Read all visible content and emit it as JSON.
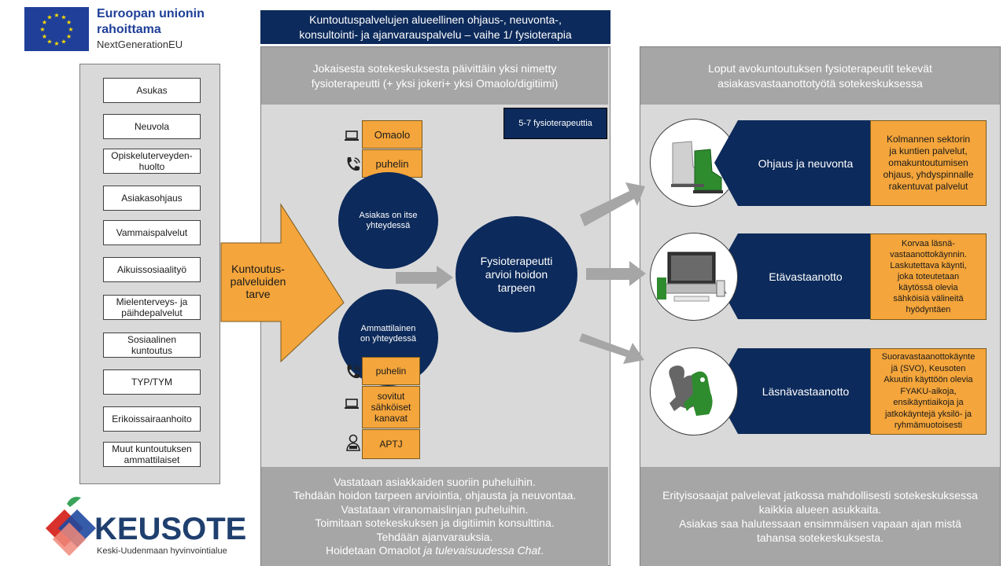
{
  "eu": {
    "line1": "Euroopan unionin",
    "line2": "rahoittama",
    "line3": "NextGenerationEU",
    "flag_color": "#1f3f99",
    "star_color": "#ffdd00"
  },
  "title": {
    "line1": "Kuntoutuspalvelujen alueellinen ohjaus-, neuvonta-,",
    "line2": "konsultointi- ja ajanvarauspalvelu – vaihe 1/ fysioterapia"
  },
  "center_header": {
    "line1": "Jokaisesta sotekeskuksesta päivittäin yksi nimetty",
    "line2": "fysioterapeutti (+ yksi jokeri+ yksi Omaolo/digitiimi)"
  },
  "right_header": {
    "line1": "Loput avokuntoutuksen fysioterapeutit tekevät",
    "line2": "asiakasvastaanottotyötä sotekeskuksessa"
  },
  "sources": [
    "Asukas",
    "Neuvola",
    "Opiskeluterveyden-\nhuolto",
    "Asiakasohjaus",
    "Vammaispalvelut",
    "Aikuissosiaalityö",
    "Mielenterveys- ja\npäihdepalvelut",
    "Sosiaalinen\nkuntoutus",
    "TYP/TYM",
    "Erikoissairaanhoito",
    "Muut kuntoutuksen\nammattilaiset"
  ],
  "need_arrow": "Kuntoutus-\npalveluiden\ntarve",
  "badge": "5-7 fysioterapeuttia",
  "self_contact": {
    "label": "Asiakas on itse\nyhteydessä",
    "channels": [
      "Omaolo",
      "puhelin"
    ]
  },
  "pro_contact": {
    "label": "Ammattilainen\non yhteydessä",
    "channels": [
      "puhelin",
      "sovitut\nsähköiset\nkanavat",
      "APTJ"
    ]
  },
  "physio": "Fysioterapeutti\narvioi hoidon\ntarpeen",
  "outcomes": [
    {
      "title": "Ohjaus ja neuvonta",
      "desc": "Kolmannen sektorin\nja kuntien palvelut,\nomakuntoutumisen\nohjaus, yhdyspinnalle\nrakentuvat palvelut"
    },
    {
      "title": "Etävastaanotto",
      "desc": "Korvaa läsnä-\nvastaanottokäynnin.\nLaskutettava käynti,\njoka toteutetaan\nkäytössä olevia\nsähköisiä välineitä\nhyödyntäen"
    },
    {
      "title": "Läsnävastaanotto",
      "desc": "Suoravastaanottokäynte\njä (SVO), Keusoten\nAkuutin käyttöön olevia\nFYAKU-aikoja,\nensikäyntiaikoja ja\njatkokäyntejä yksilö- ja\nryhmämuotoisesti"
    }
  ],
  "center_footer": [
    "Vastataan asiakkaiden suoriin puheluihin.",
    "Tehdään hoidon tarpeen arviointia, ohjausta ja neuvontaa.",
    "Vastataan viranomaislinjan puheluihin.",
    "Toimitaan sotekeskuksen ja digitiimin konsulttina.",
    "Tehdään ajanvarauksia."
  ],
  "center_footer_last": {
    "normal": "Hoidetaan Omaolot ",
    "italic": "ja tulevaisuudessa Chat",
    "end": "."
  },
  "right_footer": [
    "Erityisosaajat palvelevat jatkossa mahdollisesti sotekeskuksessa",
    "kaikkia alueen asukkaita.",
    "Asiakas saa halutessaan ensimmäisen vapaan ajan mistä",
    "tahansa sotekeskuksesta."
  ],
  "logo": {
    "name": "KEUSOTE",
    "subtitle": "Keski-Uudenmaan hyvinvointialue"
  }
}
